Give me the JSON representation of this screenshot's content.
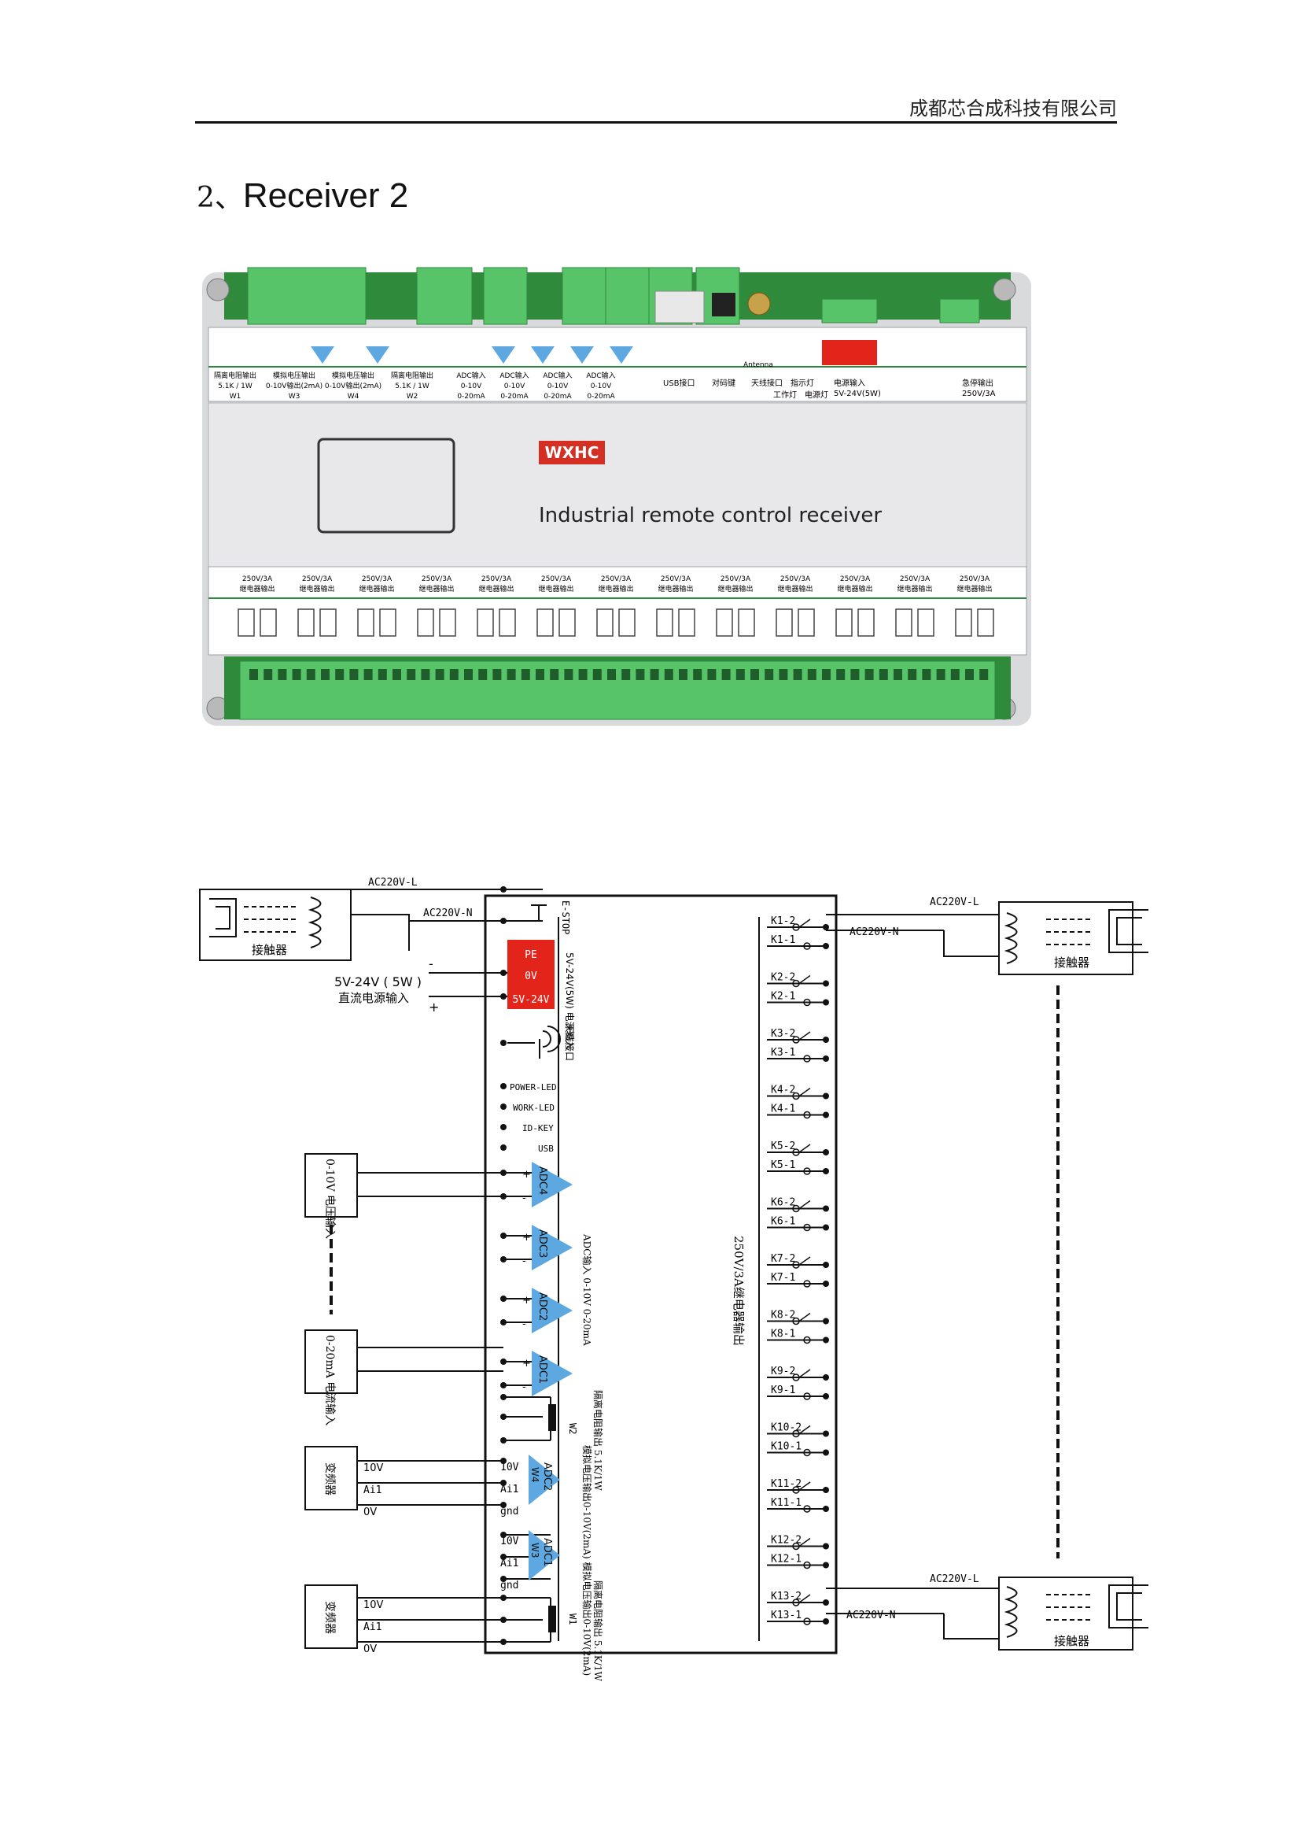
{
  "header": {
    "company": "成都芯合成科技有限公司"
  },
  "section": {
    "number": "2、",
    "title": "Receiver 2"
  },
  "photo": {
    "brand_logo": "WXHC",
    "product_text": "Industrial remote control receiver",
    "top_labels": [
      {
        "line1": "隔离电阻输出",
        "line2": "5.1K / 1W",
        "line3": "W1"
      },
      {
        "line1": "模拟电压输出",
        "line2": "0-10V输出(2mA)",
        "line3": "W3"
      },
      {
        "line1": "模拟电压输出",
        "line2": "0-10V输出(2mA)",
        "line3": "W4"
      },
      {
        "line1": "隔离电阻输出",
        "line2": "5.1K / 1W",
        "line3": "W2"
      },
      {
        "line1": "ADC输入",
        "line2": "0-10V",
        "line3": "0-20mA"
      },
      {
        "line1": "ADC输入",
        "line2": "0-10V",
        "line3": "0-20mA"
      },
      {
        "line1": "ADC输入",
        "line2": "0-10V",
        "line3": "0-20mA"
      },
      {
        "line1": "ADC输入",
        "line2": "0-10V",
        "line3": "0-20mA"
      }
    ],
    "top_right_labels": {
      "usb": "USB接口",
      "idkey": "对码键",
      "antenna": "天线接口",
      "indicator": "指示灯",
      "work_led": "工作灯",
      "power_led": "电源灯",
      "power_in": "电源输入",
      "power_spec": "5V-24V(5W)",
      "estop": "急停输出",
      "estop_spec": "250V/3A",
      "antenna_small": "Antenna"
    },
    "relay_label_line1": "250V/3A",
    "relay_label_line2": "继电器输出",
    "relay_count": 13
  },
  "diagram": {
    "ac_l": "AC220V-L",
    "ac_n": "AC220V-N",
    "contactor": "接触器",
    "estop": "E-STOP",
    "pe": "PE",
    "zero_v": "0V",
    "five_v": "5V-24V",
    "power_side_label": "5V-24V(5W) 电源输入",
    "power_input_label": "5V-24V ( 5W )",
    "power_input_label2": "直流电源输入",
    "minus": "-",
    "plus": "+",
    "antenna_side": "天线接口",
    "power_led": "POWER-LED",
    "work_led": "WORK-LED",
    "id_key": "ID-KEY",
    "usb": "USB",
    "adcs": [
      "ADC4",
      "ADC3",
      "ADC2",
      "ADC1"
    ],
    "adc_side": "ADC输入 0-10V 0-20mA",
    "voltage_input": "0-10V 电压输入",
    "current_input": "0-20mA 电流输入",
    "vfd": "变频器",
    "pin_10v": "10V",
    "pin_ai1": "Ai1",
    "pin_0v": "0V",
    "pin_gnd": "gnd",
    "w1": "W1",
    "w2": "W2",
    "dac_ch2": "ADC2",
    "dac_ch2_sub": "W4",
    "dac_ch1": "ADC1",
    "dac_ch1_sub": "W3",
    "w2_side": "隔离电阻输出 5.1K/1W",
    "w1_side": "隔离电阻输出 5.1K/1W",
    "dac_side": "模拟电压输出0-10V(2mA) 模拟电压输出0-10V(2mA)",
    "relay_side": "250V/3A继电器输出",
    "relays": [
      {
        "a": "K1-2",
        "b": "K1-1"
      },
      {
        "a": "K2-2",
        "b": "K2-1"
      },
      {
        "a": "K3-2",
        "b": "K3-1"
      },
      {
        "a": "K4-2",
        "b": "K4-1"
      },
      {
        "a": "K5-2",
        "b": "K5-1"
      },
      {
        "a": "K6-2",
        "b": "K6-1"
      },
      {
        "a": "K7-2",
        "b": "K7-1"
      },
      {
        "a": "K8-2",
        "b": "K8-1"
      },
      {
        "a": "K9-2",
        "b": "K9-1"
      },
      {
        "a": "K10-2",
        "b": "K10-1"
      },
      {
        "a": "K11-2",
        "b": "K11-1"
      },
      {
        "a": "K12-2",
        "b": "K12-1"
      },
      {
        "a": "K13-2",
        "b": "K13-1"
      }
    ]
  }
}
